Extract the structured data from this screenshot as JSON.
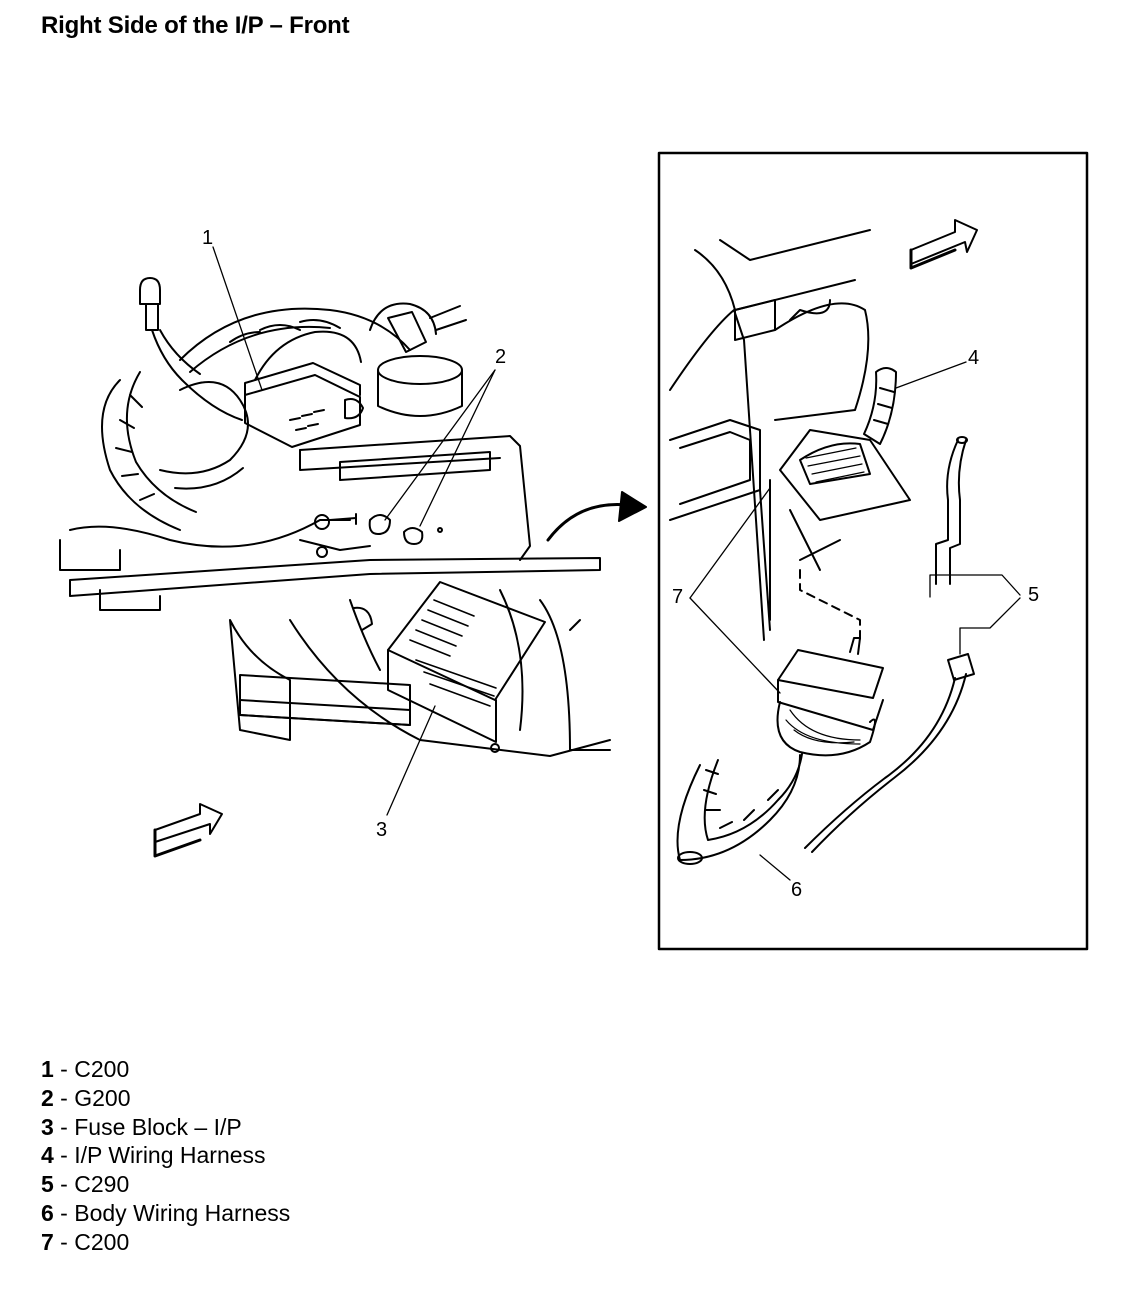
{
  "page": {
    "title": "Right Side of the I/P – Front"
  },
  "callouts": {
    "c1": "1",
    "c2": "2",
    "c3": "3",
    "c4": "4",
    "c5": "5",
    "c6": "6",
    "c7": "7"
  },
  "legend": [
    {
      "num": "1",
      "sep": " - ",
      "label": "C200"
    },
    {
      "num": "2",
      "sep": " - ",
      "label": "G200"
    },
    {
      "num": "3",
      "sep": " - ",
      "label": "Fuse Block – I/P"
    },
    {
      "num": "4",
      "sep": " - ",
      "label": "I/P Wiring Harness"
    },
    {
      "num": "5",
      "sep": " - ",
      "label": "C290"
    },
    {
      "num": "6",
      "sep": " - ",
      "label": "Body Wiring Harness"
    },
    {
      "num": "7",
      "sep": " - ",
      "label": "C200"
    }
  ],
  "icons": [
    "front-direction-arrow-icon",
    "detail-view-arrow-icon"
  ]
}
